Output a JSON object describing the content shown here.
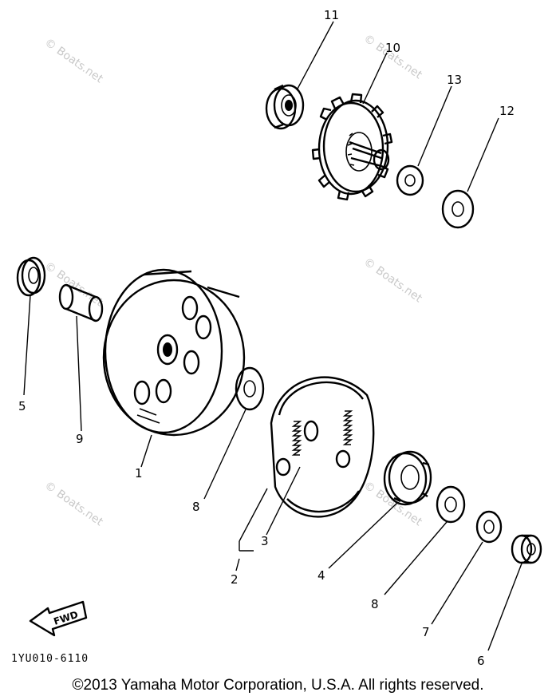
{
  "callouts": {
    "p1": "1",
    "p2": "2",
    "p3": "3",
    "p4": "4",
    "p5": "5",
    "p6": "6",
    "p7": "7",
    "p8a": "8",
    "p8b": "8",
    "p9": "9",
    "p10": "10",
    "p11": "11",
    "p12": "12",
    "p13": "13"
  },
  "watermark": "© Boats.net",
  "fwd_label": "FWD",
  "diagram_code": "1YU010-6110",
  "copyright": "©2013 Yamaha Motor Corporation, U.S.A. All rights reserved."
}
